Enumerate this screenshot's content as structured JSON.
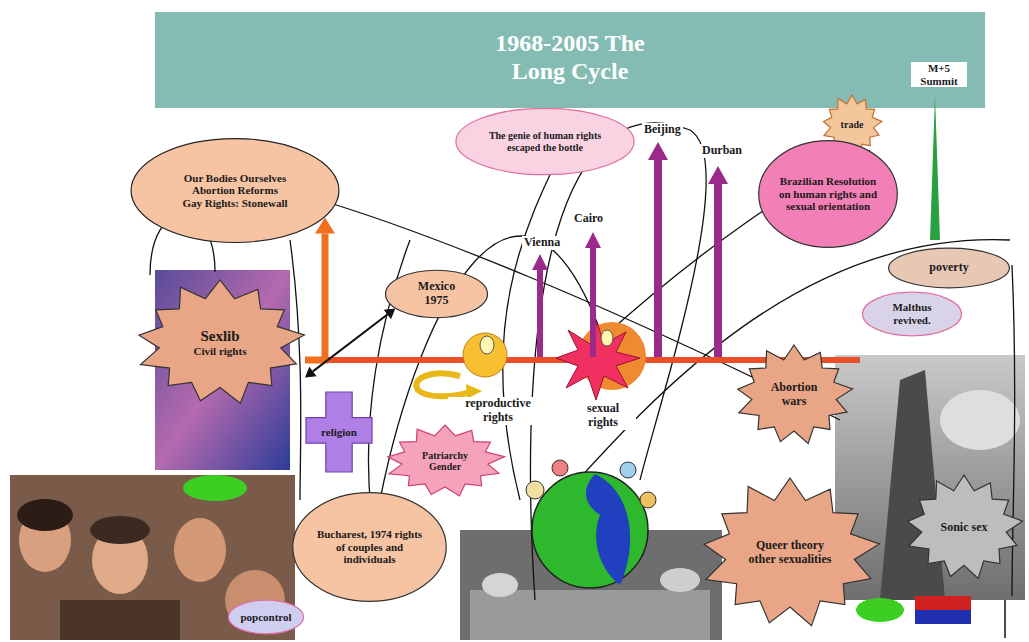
{
  "diagram": {
    "title": "1968-2005 The Long Cycle",
    "nodes": [
      {
        "text": [
          "Our Bodies Ourselves Abortion Reforms Gay Rights: Stonewall"
        ]
      },
      {
        "text": [
          "The genie of human rights escaped the bottle"
        ]
      },
      {
        "text": [
          "trade"
        ]
      },
      {
        "text": [
          "Brazilian Resolution on human rights and sexual orientation"
        ]
      },
      {
        "text": [
          "poverty"
        ]
      },
      {
        "text": [
          "Malthus revived."
        ]
      },
      {
        "text": [
          "Mexico 1975"
        ]
      },
      {
        "text": [
          "Sexlib",
          "Civil rights"
        ]
      },
      {
        "text": [
          "religion"
        ]
      },
      {
        "text": [
          "Abortion wars"
        ]
      },
      {
        "text": [
          "Patriarchy Gender"
        ]
      },
      {
        "text": [
          "Bucharest, 1974 rights of couples and individuals"
        ]
      },
      {
        "text": [
          "Queer theory other sexualities"
        ]
      },
      {
        "text": [
          "Sonic sex"
        ]
      },
      {
        "text": [
          "popcontrol"
        ]
      }
    ],
    "edges": [
      {
        "from": 7,
        "to": 0,
        "arrow": "to"
      },
      {
        "from": 7,
        "to": 6,
        "arrow": "both"
      }
    ],
    "labels": [
      "Vienna",
      "Cairo",
      "Beijing",
      "Durban",
      "M+5 Summit",
      "reproductive rights",
      "sexual rights"
    ]
  }
}
